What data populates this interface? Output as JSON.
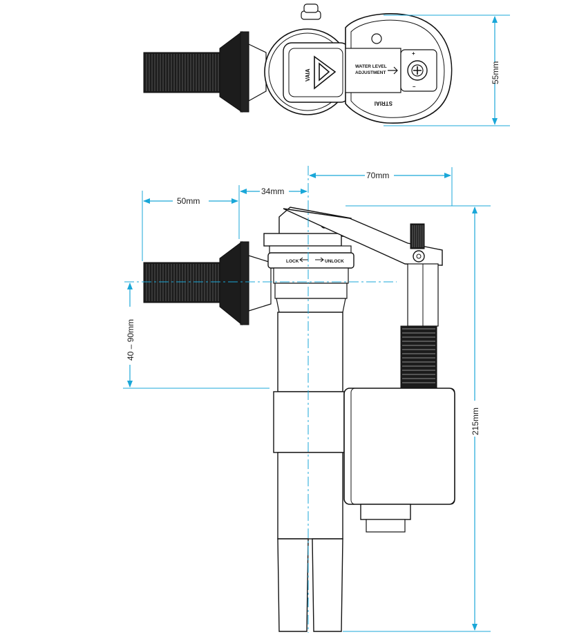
{
  "dimensions": {
    "top_height": "55mm",
    "inlet_length": "50mm",
    "inlet_offset": "34mm",
    "head_width": "70mm",
    "inlet_height_range": "40 – 90mm",
    "total_height": "215mm"
  },
  "labels": {
    "water_level_line1": "WATER LEVEL",
    "water_level_line2": "ADJUSTMENT",
    "lock": "LOCK",
    "unlock": "UNLOCK",
    "brand_vaia": "VAIA",
    "brand_top": "STRIAI",
    "plus": "+",
    "minus": "–"
  },
  "colors": {
    "dimension_line": "#1aa7d8",
    "outline": "#111111",
    "body_fill": "#ffffff",
    "thread_fill": "#1c1c1c"
  }
}
